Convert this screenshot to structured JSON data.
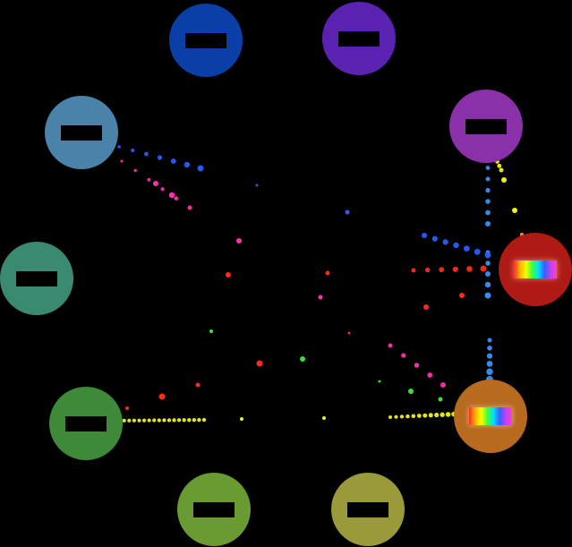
{
  "nodes": [
    {
      "id": "blue",
      "color": "#0a3fa8",
      "icon": "minus-bar-icon",
      "active": false
    },
    {
      "id": "indigo",
      "color": "#5a22b0",
      "icon": "minus-bar-icon",
      "active": false
    },
    {
      "id": "purple",
      "color": "#8a30a8",
      "icon": "minus-bar-icon",
      "active": false
    },
    {
      "id": "red",
      "color": "#b01a14",
      "icon": "rainbow-bar-icon",
      "active": true
    },
    {
      "id": "orange",
      "color": "#b86a1e",
      "icon": "rainbow-bar-icon",
      "active": true
    },
    {
      "id": "olive",
      "color": "#9a9a3a",
      "icon": "minus-bar-icon",
      "active": false
    },
    {
      "id": "lime",
      "color": "#6a9a32",
      "icon": "minus-bar-icon",
      "active": false
    },
    {
      "id": "green",
      "color": "#3e8a38",
      "icon": "minus-bar-icon",
      "active": false
    },
    {
      "id": "teal",
      "color": "#3a8a72",
      "icon": "minus-bar-icon",
      "active": false
    },
    {
      "id": "steel",
      "color": "#4a82aa",
      "icon": "minus-bar-icon",
      "active": false
    }
  ],
  "particle_colors": {
    "blue": "#2a5cff",
    "red": "#ff2a1a",
    "magenta": "#ff30b0",
    "yellow": "#f0f020",
    "green": "#3ae03a",
    "azure": "#3a90ff"
  }
}
